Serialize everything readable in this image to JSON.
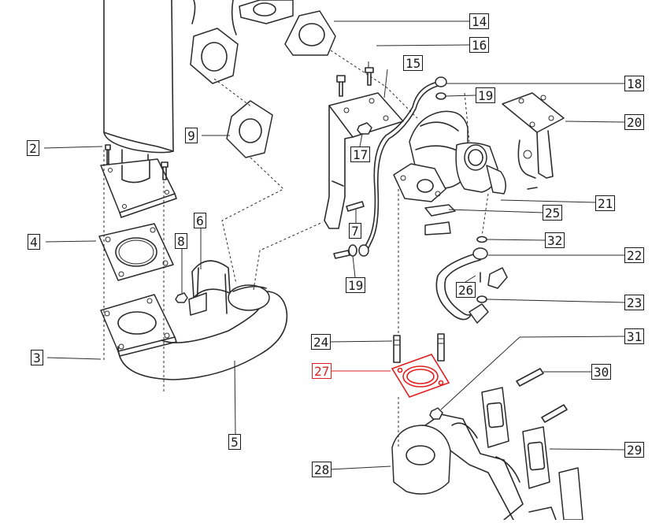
{
  "highlight_color": "#e02020",
  "callouts": [
    {
      "id": "c2",
      "label": "2",
      "highlighted": false
    },
    {
      "id": "c3",
      "label": "3",
      "highlighted": false
    },
    {
      "id": "c4",
      "label": "4",
      "highlighted": false
    },
    {
      "id": "c5",
      "label": "5",
      "highlighted": false
    },
    {
      "id": "c6",
      "label": "6",
      "highlighted": false
    },
    {
      "id": "c7",
      "label": "7",
      "highlighted": false
    },
    {
      "id": "c8",
      "label": "8",
      "highlighted": false
    },
    {
      "id": "c9",
      "label": "9",
      "highlighted": false
    },
    {
      "id": "c14",
      "label": "14",
      "highlighted": false
    },
    {
      "id": "c15",
      "label": "15",
      "highlighted": false
    },
    {
      "id": "c16",
      "label": "16",
      "highlighted": false
    },
    {
      "id": "c17",
      "label": "17",
      "highlighted": false
    },
    {
      "id": "c18",
      "label": "18",
      "highlighted": false
    },
    {
      "id": "c19a",
      "label": "19",
      "highlighted": false
    },
    {
      "id": "c19b",
      "label": "19",
      "highlighted": false
    },
    {
      "id": "c20",
      "label": "20",
      "highlighted": false
    },
    {
      "id": "c21",
      "label": "21",
      "highlighted": false
    },
    {
      "id": "c22",
      "label": "22",
      "highlighted": false
    },
    {
      "id": "c23",
      "label": "23",
      "highlighted": false
    },
    {
      "id": "c24",
      "label": "24",
      "highlighted": false
    },
    {
      "id": "c25",
      "label": "25",
      "highlighted": false
    },
    {
      "id": "c26",
      "label": "26",
      "highlighted": false
    },
    {
      "id": "c27",
      "label": "27",
      "highlighted": true
    },
    {
      "id": "c28",
      "label": "28",
      "highlighted": false
    },
    {
      "id": "c29",
      "label": "29",
      "highlighted": false
    },
    {
      "id": "c30",
      "label": "30",
      "highlighted": false
    },
    {
      "id": "c31",
      "label": "31",
      "highlighted": false
    },
    {
      "id": "c32",
      "label": "32",
      "highlighted": false
    }
  ]
}
